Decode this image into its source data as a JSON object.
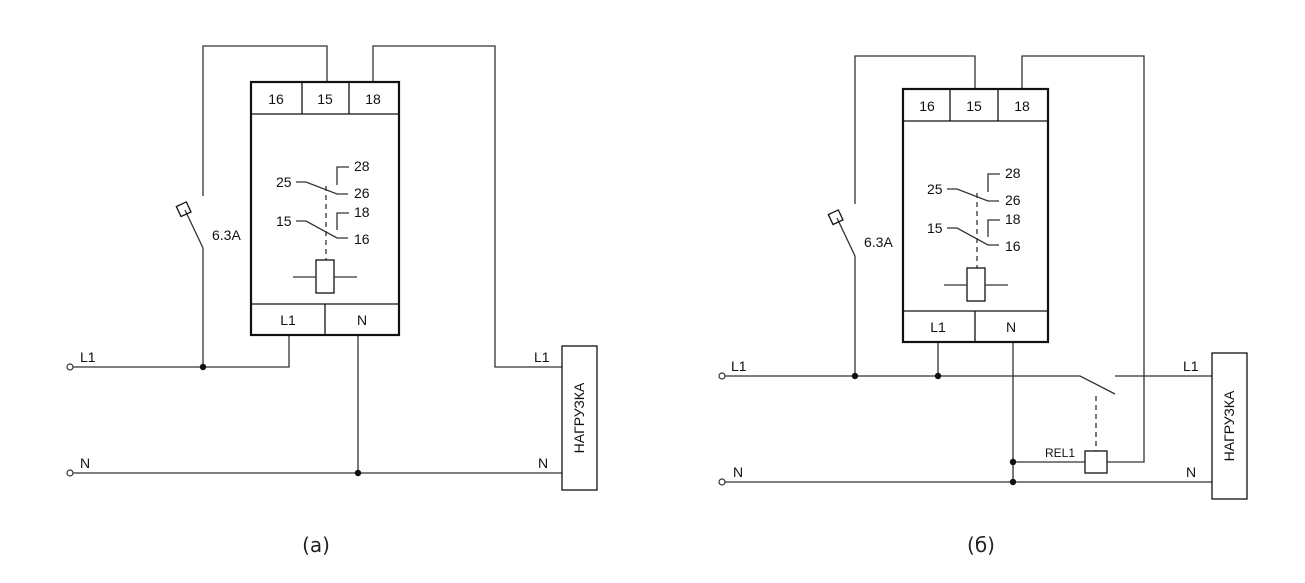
{
  "diagram_a": {
    "caption": "(a)",
    "top_terminals": [
      "16",
      "15",
      "18"
    ],
    "bottom_terminals": [
      "L1",
      "N"
    ],
    "contacts": {
      "c25": "25",
      "c28": "28",
      "c26": "26",
      "c15": "15",
      "c18": "18",
      "c16": "16"
    },
    "breaker_label": "6.3A",
    "line_l1": "L1",
    "line_n": "N",
    "load_l1": "L1",
    "load_n": "N",
    "load_label": "НАГРУЗКА"
  },
  "diagram_b": {
    "caption": "(б)",
    "top_terminals": [
      "16",
      "15",
      "18"
    ],
    "bottom_terminals": [
      "L1",
      "N"
    ],
    "contacts": {
      "c25": "25",
      "c28": "28",
      "c26": "26",
      "c15": "15",
      "c18": "18",
      "c16": "16"
    },
    "breaker_label": "6.3A",
    "line_l1": "L1",
    "line_n": "N",
    "load_l1": "L1",
    "load_n": "N",
    "load_label": "НАГРУЗКА",
    "relay_label": "REL1"
  }
}
